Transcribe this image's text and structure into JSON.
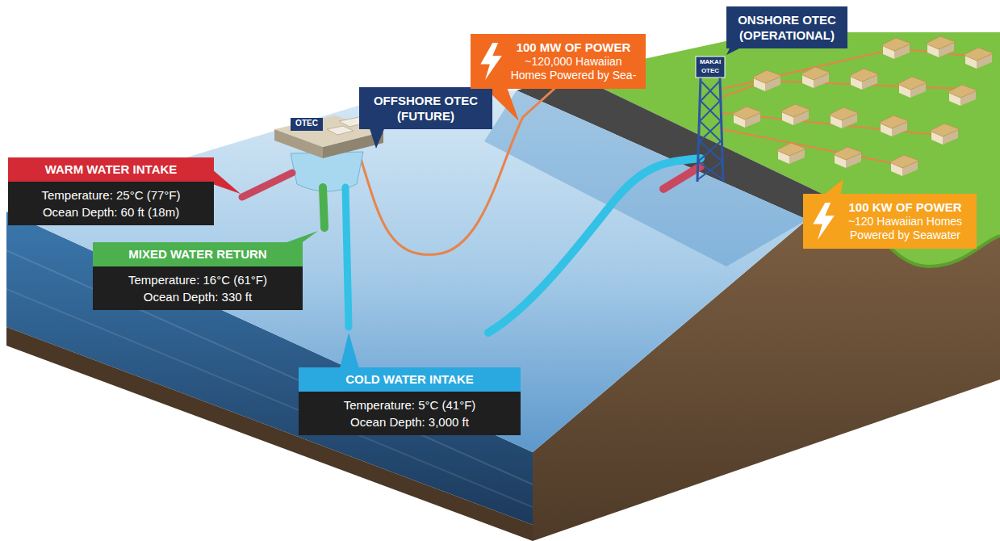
{
  "diagram": {
    "nodes": [
      {
        "text": [
          "WARM WATER INTAKE",
          "Temperature: 25°C (77°F)",
          "Ocean Depth: 60 ft (18m)"
        ]
      },
      {
        "text": [
          "OFFSHORE OTEC (FUTURE)"
        ]
      },
      {
        "text": [
          "100 MW OF POWER",
          "~120,000 Hawaiian Homes Powered by Sea-"
        ]
      },
      {
        "text": [
          "ONSHORE OTEC (OPERATIONAL)"
        ]
      },
      {
        "text": [
          "MIXED WATER RETURN",
          "Temperature: 16°C (61°F)",
          "Ocean Depth: 330 ft"
        ]
      },
      {
        "text": [
          "100 KW OF POWER",
          "~120 Hawaiian Homes Powered by Seawater"
        ]
      },
      {
        "text": [
          "COLD WATER INTAKE",
          "Temperature: 5°C (41°F)",
          "Ocean Depth: 3,000 ft"
        ]
      }
    ],
    "labels": [
      "OTEC",
      "MAKAI",
      "OTEC"
    ]
  }
}
